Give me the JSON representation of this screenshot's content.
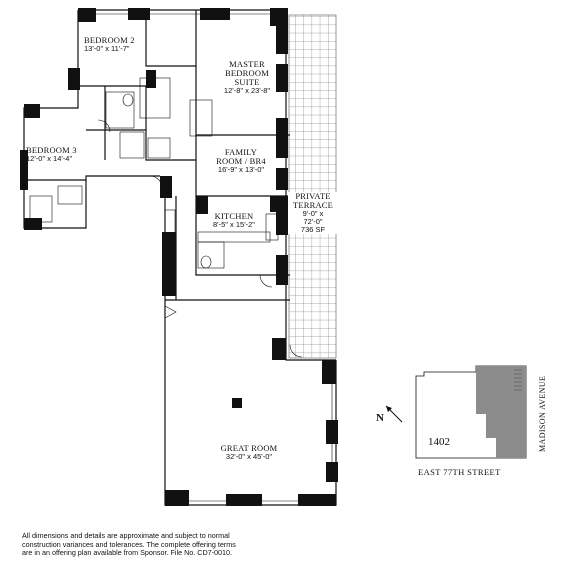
{
  "rooms": {
    "bedroom2": {
      "name": "BEDROOM 2",
      "dims": "13'-0\" x 11'-7\""
    },
    "master": {
      "name_line1": "MASTER",
      "name_line2": "BEDROOM",
      "name_line3": "SUITE",
      "dims": "12'-8\" x 23'-8\""
    },
    "bedroom3": {
      "name": "BEDROOM 3",
      "dims": "12'-0\" x 14'-4\""
    },
    "family": {
      "name_line1": "FAMILY",
      "name_line2": "ROOM / BR4",
      "dims": "16'-9\" x 13'-0\""
    },
    "terrace": {
      "name_line1": "PRIVATE",
      "name_line2": "TERRACE",
      "dims_line1": "9'-0\" x",
      "dims_line2": "72'-0\"",
      "area": "736 SF"
    },
    "kitchen": {
      "name": "KITCHEN",
      "dims": "8'-5\" x 15'-2\""
    },
    "great": {
      "name": "GREAT ROOM",
      "dims": "32'-0\" x 45'-0\""
    }
  },
  "key_plan": {
    "unit": "1402",
    "street": "EAST 77TH STREET",
    "avenue": "MADISON AVENUE",
    "compass": "N",
    "highlight_color": "#8c8c8c"
  },
  "disclaimer": {
    "line1": "All dimensions and details are approximate and subject to normal",
    "line2": "construction variances and tolerances. The complete offering terms",
    "line3": "are in an offering plan available from Sponsor. File No. CD7-0010."
  }
}
